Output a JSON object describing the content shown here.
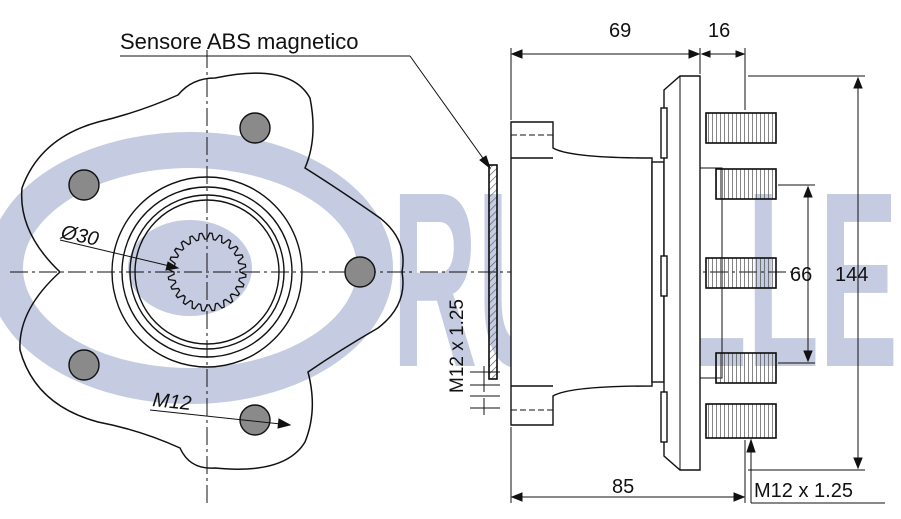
{
  "watermark": {
    "text": "RUVILLE",
    "color": "#c5cbe0"
  },
  "labels": {
    "abs_sensor": "Sensore ABS magnetico",
    "dim_69": "69",
    "dim_16": "16",
    "dim_66": "66",
    "dim_144": "144",
    "dim_85": "85",
    "thread_bottom": "M12 x 1.25",
    "thread_vertical": "M12 x 1.25",
    "diameter": "Ø30",
    "bolt_thread": "M12"
  },
  "colors": {
    "line": "#111111",
    "bolt_fill": "#888888",
    "hatch": "#555555"
  }
}
